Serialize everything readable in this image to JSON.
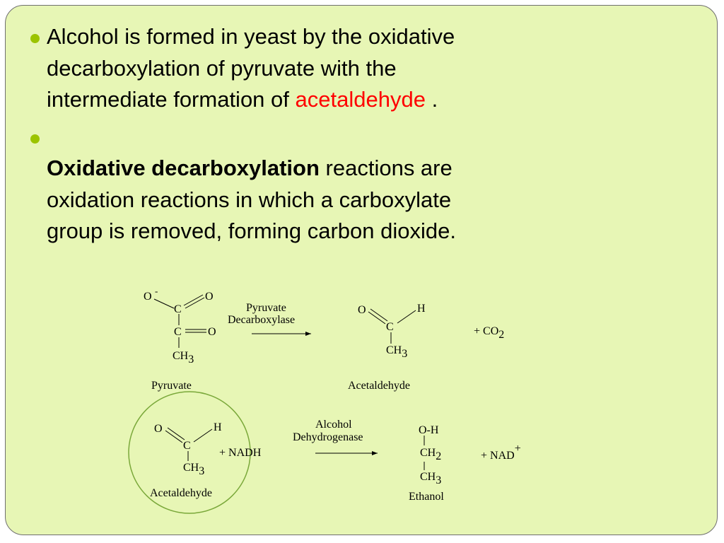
{
  "bullet1": {
    "line1": "Alcohol is formed in yeast by the oxidative",
    "line2": "decarboxylation of pyruvate with the",
    "line3_pre": "intermediate formation of ",
    "line3_highlight": "acetaldehyde",
    "line3_post": " ."
  },
  "bullet2": {
    "bold_term": "Oxidative decarboxylation",
    "line1_rest": " reactions are",
    "line2": "oxidation reactions in which a carboxylate",
    "line3": "group is removed, forming carbon dioxide."
  },
  "colors": {
    "background": "#e7f6b5",
    "bullet": "#9bc400",
    "highlight": "#ff0000",
    "circle": "#7aa83a"
  },
  "reaction1": {
    "enzyme_line1": "Pyruvate",
    "enzyme_line2": "Decarboxylase",
    "reactant_name": "Pyruvate",
    "product_name": "Acetaldehyde",
    "byproduct": "+ CO",
    "byproduct_sub": "2",
    "atoms": {
      "o_minus": "O",
      "minus_sign": "-",
      "o_double": "O",
      "c_top": "C",
      "c_mid": "C",
      "o_keto": "O",
      "ch": "CH",
      "ch_sub": "3",
      "p_o": "O",
      "p_h": "H",
      "p_c": "C",
      "p_ch": "CH",
      "p_ch_sub": "3"
    }
  },
  "reaction2": {
    "enzyme_line1": "Alcohol",
    "enzyme_line2": "Dehydrogenase",
    "reactant_name": "Acetaldehyde",
    "cofactor": "+ NADH",
    "product_name": "Ethanol",
    "byproduct": "+ NAD",
    "byproduct_sup": "+",
    "atoms": {
      "o": "O",
      "h": "H",
      "c": "C",
      "ch": "CH",
      "ch_sub": "3",
      "e_oh": "O-H",
      "e_ch2": "CH",
      "e_ch2_sub": "2",
      "e_ch3": "CH",
      "e_ch3_sub": "3"
    }
  }
}
